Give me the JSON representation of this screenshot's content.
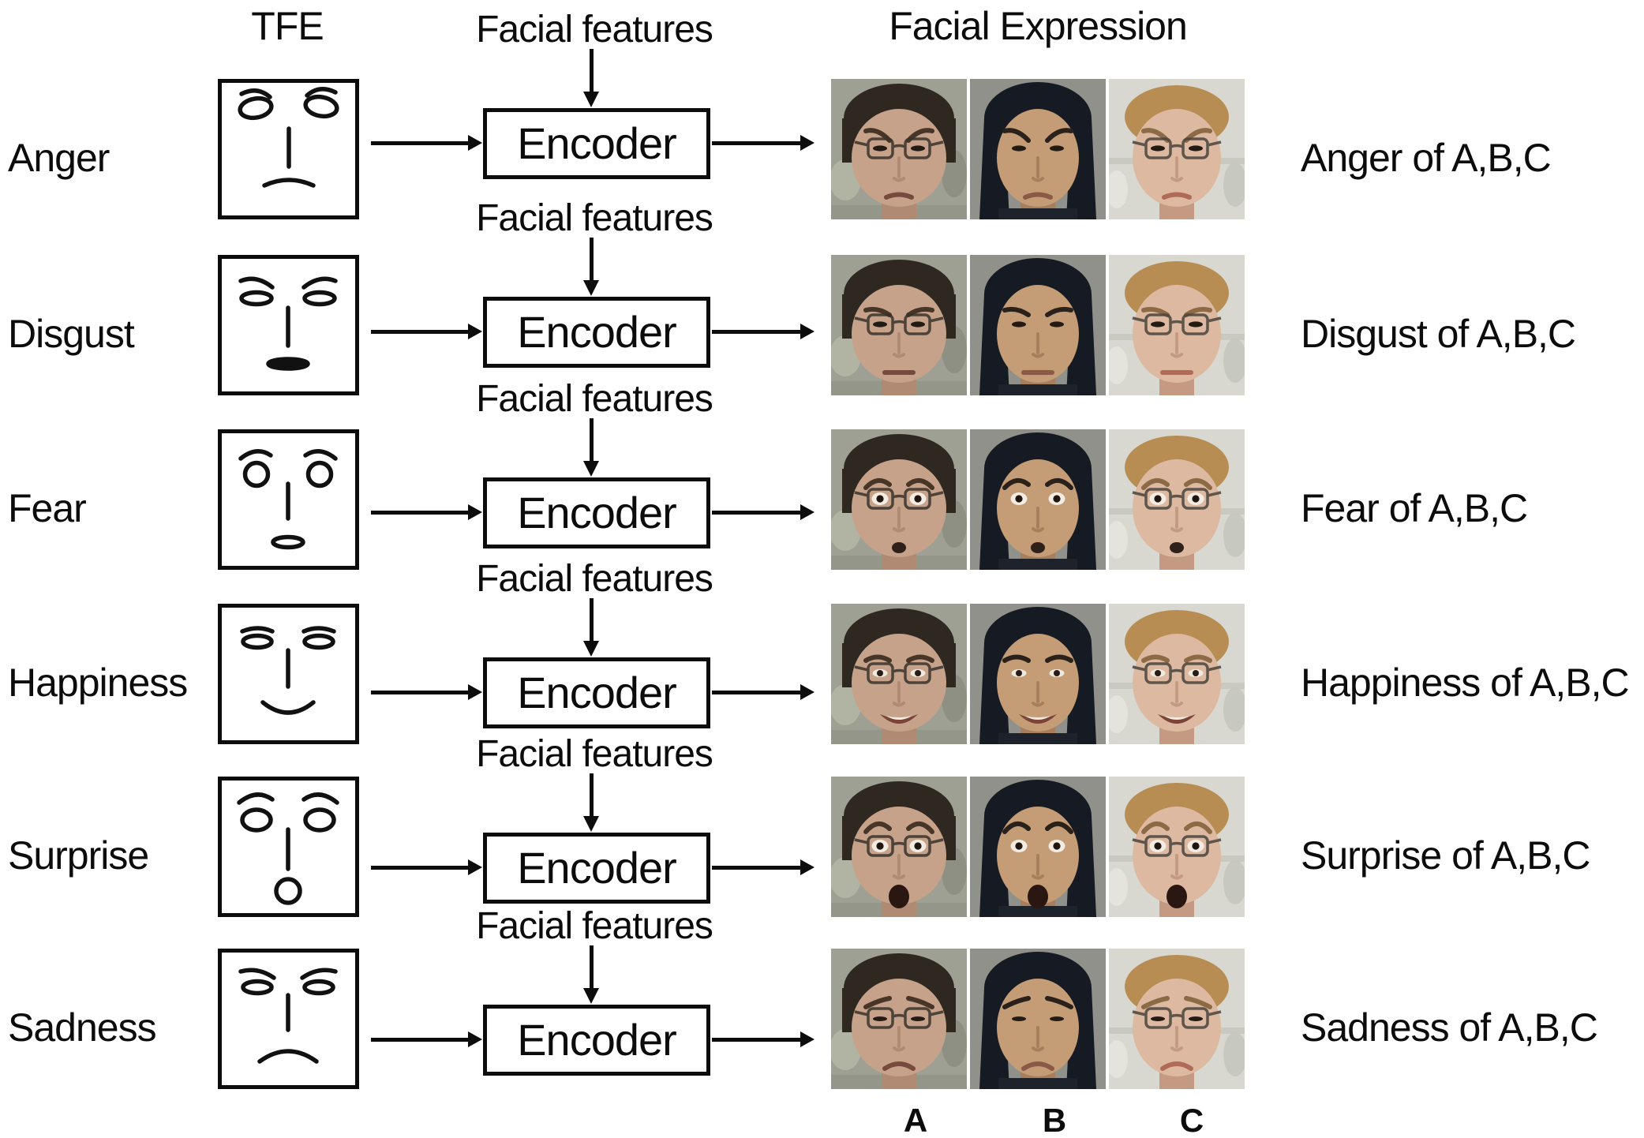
{
  "figure": {
    "tfe_header": "TFE",
    "facial_expression_header": "Facial Expression",
    "photo_column_labels": [
      "A",
      "B",
      "C"
    ],
    "rows": [
      {
        "emotion": "Anger",
        "features_label": "Facial features",
        "encoder_label": "Encoder",
        "output_label": "Anger of A,B,C",
        "sketch": "anger"
      },
      {
        "emotion": "Disgust",
        "features_label": "Facial features",
        "encoder_label": "Encoder",
        "output_label": "Disgust of A,B,C",
        "sketch": "disgust"
      },
      {
        "emotion": "Fear",
        "features_label": "Facial features",
        "encoder_label": "Encoder",
        "output_label": "Fear of A,B,C",
        "sketch": "fear"
      },
      {
        "emotion": "Happiness",
        "features_label": "Facial features",
        "encoder_label": "Encoder",
        "output_label": "Happiness of A,B,C",
        "sketch": "happiness"
      },
      {
        "emotion": "Surprise",
        "features_label": "Facial features",
        "encoder_label": "Encoder",
        "output_label": "Surprise of A,B,C",
        "sketch": "surprise"
      },
      {
        "emotion": "Sadness",
        "features_label": "Facial features",
        "encoder_label": "Encoder",
        "output_label": "Sadness of A,B,C",
        "sketch": "sadness"
      }
    ],
    "colors": {
      "ink": "#0c0c0c",
      "paper": "#ffffff"
    }
  }
}
